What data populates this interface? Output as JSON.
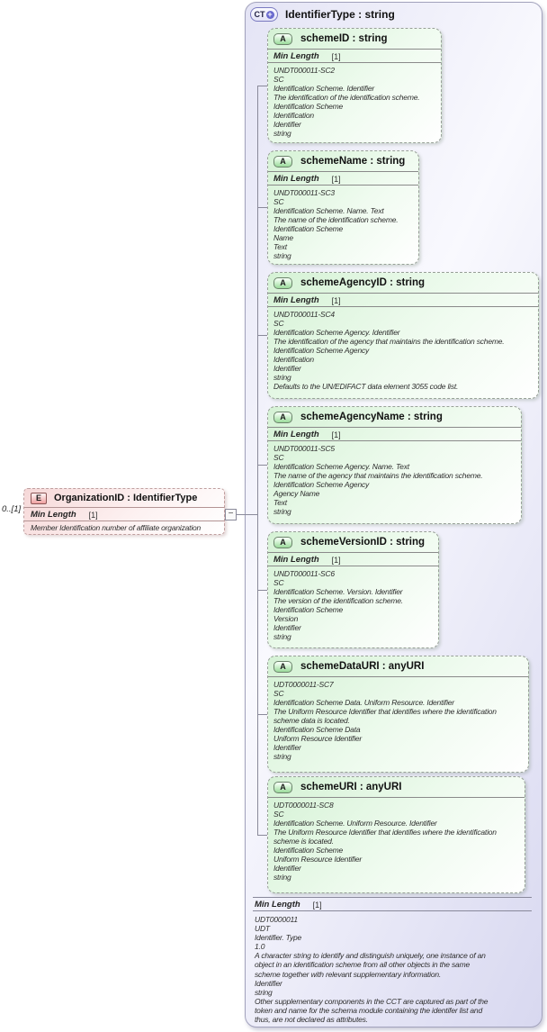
{
  "icons": {
    "complex_type": "CT",
    "plus": "+",
    "attribute": "A",
    "element": "E",
    "collapse": "−"
  },
  "colors": {
    "container_fill": "#e0e0f4",
    "container_border": "#a2a2bc",
    "attribute_fill": "#d5f2d5",
    "attribute_border": "#98a098",
    "element_fill": "#f6d8d8",
    "element_border": "#bf9f9f",
    "connector": "#8a8a9a"
  },
  "complex_type": {
    "title": "IdentifierType : string",
    "facet": {
      "name": "Min Length",
      "value": "[1]"
    },
    "documentation": [
      "UDT0000011",
      "UDT",
      "Identifier. Type",
      "1.0",
      "A character string to identify and distinguish uniquely, one instance of an",
      "object in an identification scheme from all other objects in the same",
      "scheme together with relevant supplementary information.",
      "Identifier",
      "string",
      "Other supplementary components in the CCT are captured as part of the",
      "token and name for the schema module containing the identifer list and",
      "thus, are not declared as attributes."
    ]
  },
  "element": {
    "cardinality": "0..[1]",
    "title": "OrganizationID : IdentifierType",
    "facet": {
      "name": "Min Length",
      "value": "[1]"
    },
    "documentation": [
      "Member Identification number of affiliate organization"
    ]
  },
  "attributes": [
    {
      "title": "schemeID : string",
      "facet": {
        "name": "Min Length",
        "value": "[1]"
      },
      "documentation": [
        "UNDT000011-SC2",
        "SC",
        "Identification Scheme. Identifier",
        "The identification of the identification scheme.",
        "Identification Scheme",
        "Identification",
        "Identifier",
        "string"
      ]
    },
    {
      "title": "schemeName : string",
      "facet": {
        "name": "Min Length",
        "value": "[1]"
      },
      "documentation": [
        "UNDT000011-SC3",
        "SC",
        "Identification Scheme. Name. Text",
        "The name of the identification scheme.",
        "Identification Scheme",
        "Name",
        "Text",
        "string"
      ]
    },
    {
      "title": "schemeAgencyID : string",
      "facet": {
        "name": "Min Length",
        "value": "[1]"
      },
      "documentation": [
        "UNDT000011-SC4",
        "SC",
        "Identification Scheme Agency. Identifier",
        "The identification of the agency that maintains the identification scheme.",
        "Identification Scheme Agency",
        "Identification",
        "Identifier",
        "string",
        "Defaults to the UN/EDIFACT data element 3055 code list."
      ]
    },
    {
      "title": "schemeAgencyName : string",
      "facet": {
        "name": "Min Length",
        "value": "[1]"
      },
      "documentation": [
        "UNDT000011-SC5",
        "SC",
        "Identification Scheme Agency. Name. Text",
        "The name of the agency that maintains the identification scheme.",
        "Identification Scheme Agency",
        "Agency Name",
        "Text",
        "string"
      ]
    },
    {
      "title": "schemeVersionID : string",
      "facet": {
        "name": "Min Length",
        "value": "[1]"
      },
      "documentation": [
        "UNDT000011-SC6",
        "SC",
        "Identification Scheme. Version. Identifier",
        "The version of the identification scheme.",
        "Identification Scheme",
        "Version",
        "Identifier",
        "string"
      ]
    },
    {
      "title": "schemeDataURI : anyURI",
      "facet": null,
      "documentation": [
        "UDT0000011-SC7",
        "SC",
        "Identification Scheme Data. Uniform Resource. Identifier",
        "The Uniform Resource Identifier that identifies where the identification",
        "scheme data is located.",
        "Identification Scheme Data",
        "Uniform Resource Identifier",
        "Identifier",
        "string"
      ]
    },
    {
      "title": "schemeURI : anyURI",
      "facet": null,
      "documentation": [
        "UDT0000011-SC8",
        "SC",
        "Identification Scheme. Uniform Resource. Identifier",
        "The Uniform Resource Identifier that identifies where the identification",
        "scheme is located.",
        "Identification Scheme",
        "Uniform Resource Identifier",
        "Identifier",
        "string"
      ]
    }
  ]
}
